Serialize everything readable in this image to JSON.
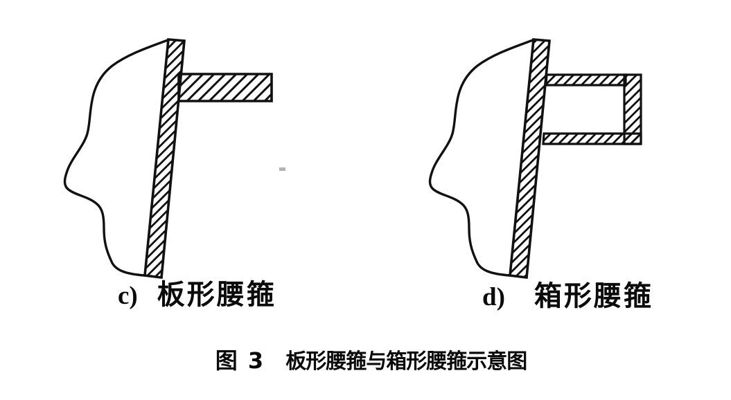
{
  "figure": {
    "background_color": "#ffffff",
    "line_color": "#111111",
    "panels": [
      {
        "tag": "c)",
        "label": "板形腰箍"
      },
      {
        "tag": "d)",
        "label": "箱形腰箍"
      }
    ],
    "caption": {
      "prefix": "图 3",
      "text": "板形腰箍与箱形腰箍示意图"
    }
  }
}
